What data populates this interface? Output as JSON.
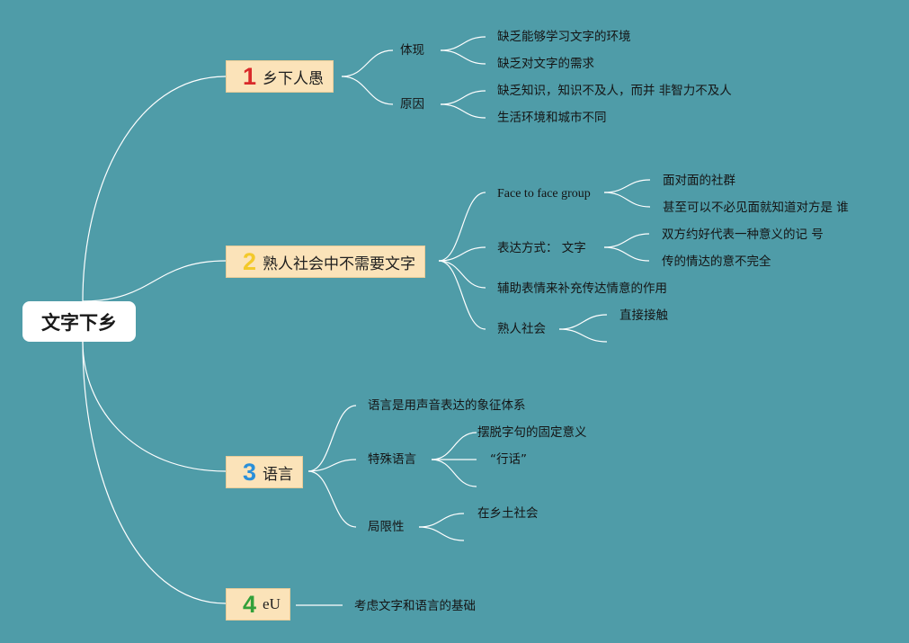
{
  "root": {
    "label": "文字下乡"
  },
  "colors": {
    "background": "#4f9ca8",
    "branch_fill": "#fbe3b9",
    "num1": "#d92a2a",
    "num2": "#f3c92a",
    "num3": "#2a8fd9",
    "num4": "#33a03a"
  },
  "branches": {
    "b1": {
      "num": "1",
      "label": "乡下人愚",
      "c1": {
        "label": "体现",
        "l1": "缺乏能够学习文字的环境",
        "l2": "缺乏对文字的需求"
      },
      "c2": {
        "label": "原因",
        "l1": "缺乏知识，知识不及人，而并 非智力不及人",
        "l2": "生活环境和城市不同"
      }
    },
    "b2": {
      "num": "2",
      "label": "熟人社会中不需要文字",
      "c1": {
        "label": "Face to face group",
        "l1": "面对面的社群",
        "l2": "甚至可以不必见面就知道对方是 谁"
      },
      "c2": {
        "label": "表达方式： 文字",
        "l1": "双方约好代表一种意义的记 号",
        "l2": "传的情达的意不完全"
      },
      "c3": {
        "label": "辅助表情来补充传达情意的作用"
      },
      "c4": {
        "label": "熟人社会",
        "l1": "直接接触"
      }
    },
    "b3": {
      "num": "3",
      "label": "语言",
      "c1": {
        "label": "语言是用声音表达的象征体系"
      },
      "c2": {
        "label": "特殊语言",
        "l1": "摆脱字句的固定意义",
        "l2": "“行话”"
      },
      "c3": {
        "label": "局限性",
        "l1": "在乡土社会"
      }
    },
    "b4": {
      "num": "4",
      "label": "eU",
      "c1": {
        "label": "考虑文字和语言的基础"
      }
    }
  }
}
